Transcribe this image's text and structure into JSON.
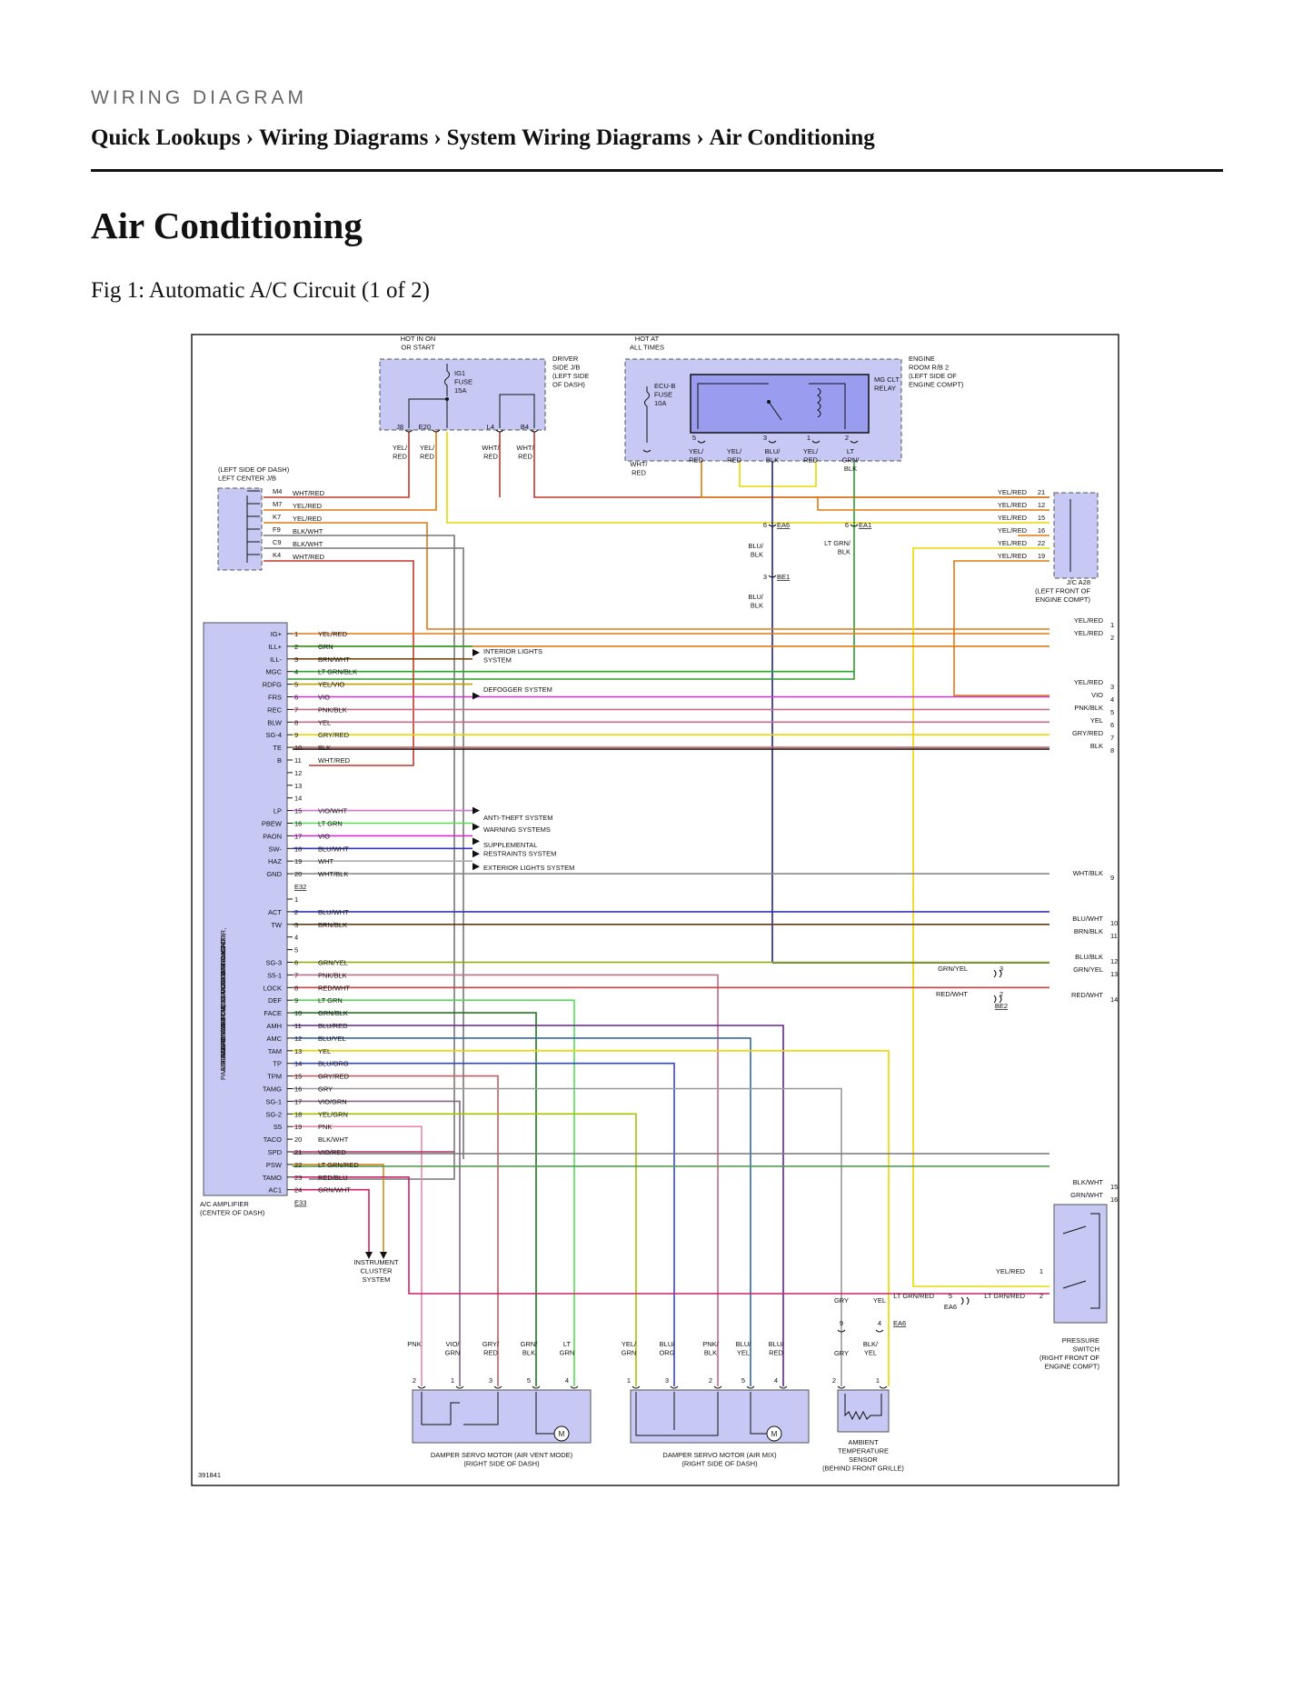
{
  "header": {
    "kicker": "WIRING DIAGRAM",
    "breadcrumb": [
      "Quick Lookups",
      "Wiring Diagrams",
      "System Wiring Diagrams",
      "Air Conditioning"
    ],
    "separator": "›"
  },
  "page_title": "Air Conditioning",
  "figure_caption": "Fig 1: Automatic A/C Circuit (1 of 2)",
  "diagram": {
    "figure_number": "391841",
    "wire_colors": {
      "YEL/RED": "#e07a10",
      "WHT/RED": "#c0392b",
      "BLK/WHT": "#777777",
      "GRN": "#2e9e2e",
      "BRN/WHT": "#7a4a10",
      "LT GRN/BLK": "#22aa22",
      "YEL/VIO": "#c0a000",
      "VIO": "#cc33cc",
      "PNK/BLK": "#c46a8a",
      "YEL": "#e8d800",
      "GRY/RED": "#c06060",
      "BLK": "#222222",
      "VIO/WHT": "#cc77cc",
      "LT GRN": "#55dd55",
      "BLU/WHT": "#3333bb",
      "WHT": "#aaaaaa",
      "WHT/BLK": "#888888",
      "BRN/BLK": "#5a3a10",
      "GRN/YEL": "#88aa00",
      "RED/WHT": "#d04040",
      "GRN/BLK": "#1f7a1f",
      "BLU/RED": "#662299",
      "BLU/YEL": "#3366aa",
      "BLU/ORG": "#3344cc",
      "GRY": "#999999",
      "VIO/GRN": "#886688",
      "YEL/GRN": "#aac000",
      "PNK": "#ee88aa",
      "VIO/RED": "#aa3366",
      "LT GRN/RED": "#d08a20",
      "RED/BLU": "#cc2266",
      "GRN/WHT": "#559955",
      "BLU/BLK": "#222288",
      "LT GRN/BLK2": "#33aa33",
      "LT GRN/": "#44bb44"
    },
    "component_fill": "#c8c8f4",
    "top_labels": {
      "hot_run": [
        "HOT IN ON",
        "OR START"
      ],
      "hot_all": [
        "HOT AT",
        "ALL TIMES"
      ],
      "driver_jb": [
        "DRIVER",
        "SIDE J/B",
        "(LEFT SIDE",
        "OF DASH)"
      ],
      "ig1_fuse": [
        "IG1",
        "FUSE",
        "15A"
      ],
      "ecub_fuse": [
        "ECU-B",
        "FUSE",
        "10A"
      ],
      "mg_relay": [
        "MG CLT",
        "RELAY"
      ],
      "engine_rb": [
        "ENGINE",
        "ROOM R/B 2",
        "(LEFT SIDE OF",
        "ENGINE COMPT)"
      ],
      "left_jb": [
        "(LEFT SIDE OF DASH)",
        "LEFT CENTER J/B"
      ],
      "jc_a28": [
        "J/C A28",
        "(LEFT FRONT OF",
        "ENGINE COMPT)"
      ]
    },
    "jb_pins": [
      "J8",
      "E20",
      "L4",
      "B4"
    ],
    "jb_wires": [
      [
        "YEL/",
        "RED"
      ],
      [
        "YEL/",
        "RED"
      ],
      [
        "WHT/",
        "RED"
      ],
      [
        "WHT/",
        "RED"
      ]
    ],
    "relay_pins": [
      "5",
      "3",
      "1",
      "2"
    ],
    "relay_wires": [
      [
        "WHT/",
        "RED"
      ],
      [
        "YEL/",
        "RED"
      ],
      [
        "YEL/",
        "RED"
      ],
      [
        "BLU/",
        "BLK"
      ],
      [
        "YEL/",
        "RED"
      ],
      [
        "LT",
        "GRN/",
        "BLK"
      ]
    ],
    "left_jb_pins": [
      {
        "pin": "M4",
        "wire": "WHT/RED"
      },
      {
        "pin": "M7",
        "wire": "YEL/RED"
      },
      {
        "pin": "K7",
        "wire": "YEL/RED"
      },
      {
        "pin": "F9",
        "wire": "BLK/WHT"
      },
      {
        "pin": "C9",
        "wire": "BLK/WHT"
      },
      {
        "pin": "K4",
        "wire": "WHT/RED"
      }
    ],
    "jc_pins": [
      {
        "wire": "YEL/RED",
        "pin": "21"
      },
      {
        "wire": "YEL/RED",
        "pin": "12"
      },
      {
        "wire": "YEL/RED",
        "pin": "15"
      },
      {
        "wire": "YEL/RED",
        "pin": "16"
      },
      {
        "wire": "YEL/RED",
        "pin": "22"
      },
      {
        "wire": "YEL/RED",
        "pin": "19"
      }
    ],
    "connectors": {
      "ea6_a": "EA6",
      "ea1": "EA1",
      "be1": "BE1",
      "be2": "BE2",
      "e32": "E32",
      "e33": "E33",
      "ea6_b": "EA6",
      "ea6_c": "EA6"
    },
    "connector_wire_labels": {
      "blu_blk_1": [
        "BLU/",
        "BLK"
      ],
      "lt_grn_blk": [
        "LT GRN/",
        "BLK"
      ],
      "blu_blk_2": [
        "BLU/",
        "BLK"
      ],
      "pin6a": "6",
      "pin6b": "6",
      "pin3": "3"
    },
    "amplifier_label": [
      "A/C AMPLIFIER",
      "(CENTER OF DASH)"
    ],
    "amplifier_side_text": [
      "REAR WINDOW DEFOGGER SWITCH,",
      "HAZARD SWITCH, SECURITY INDICATOR,",
      "AIR BAG ON/OFF INDICATOR & FRONT",
      "PASSENGER'S SEAT BELT WARNING LIGHT"
    ],
    "amp_rows_a": [
      {
        "name": "IG+",
        "pin": "1",
        "wire": "YEL/RED"
      },
      {
        "name": "ILL+",
        "pin": "2",
        "wire": "GRN"
      },
      {
        "name": "ILL-",
        "pin": "3",
        "wire": "BRN/WHT"
      },
      {
        "name": "MGC",
        "pin": "4",
        "wire": "LT GRN/BLK"
      },
      {
        "name": "RDFG",
        "pin": "5",
        "wire": "YEL/VIO"
      },
      {
        "name": "FRS",
        "pin": "6",
        "wire": "VIO"
      },
      {
        "name": "REC",
        "pin": "7",
        "wire": "PNK/BLK"
      },
      {
        "name": "BLW",
        "pin": "8",
        "wire": "YEL"
      },
      {
        "name": "SG-4",
        "pin": "9",
        "wire": "GRY/RED"
      },
      {
        "name": "TE",
        "pin": "10",
        "wire": "BLK"
      },
      {
        "name": "B",
        "pin": "11",
        "wire": "WHT/RED"
      },
      {
        "name": "",
        "pin": "12",
        "wire": ""
      },
      {
        "name": "",
        "pin": "13",
        "wire": ""
      },
      {
        "name": "",
        "pin": "14",
        "wire": ""
      },
      {
        "name": "LP",
        "pin": "15",
        "wire": "VIO/WHT"
      },
      {
        "name": "PBEW",
        "pin": "16",
        "wire": "LT GRN"
      },
      {
        "name": "PAON",
        "pin": "17",
        "wire": "VIO"
      },
      {
        "name": "SW-",
        "pin": "18",
        "wire": "BLU/WHT"
      },
      {
        "name": "HAZ",
        "pin": "19",
        "wire": "WHT"
      },
      {
        "name": "GND",
        "pin": "20",
        "wire": "WHT/BLK"
      }
    ],
    "amp_rows_b": [
      {
        "name": "",
        "pin": "1",
        "wire": ""
      },
      {
        "name": "ACT",
        "pin": "2",
        "wire": "BLU/WHT"
      },
      {
        "name": "TW",
        "pin": "3",
        "wire": "BRN/BLK"
      },
      {
        "name": "",
        "pin": "4",
        "wire": ""
      },
      {
        "name": "",
        "pin": "5",
        "wire": ""
      },
      {
        "name": "SG-3",
        "pin": "6",
        "wire": "GRN/YEL"
      },
      {
        "name": "S5-1",
        "pin": "7",
        "wire": "PNK/BLK"
      },
      {
        "name": "LOCK",
        "pin": "8",
        "wire": "RED/WHT"
      },
      {
        "name": "DEF",
        "pin": "9",
        "wire": "LT GRN"
      },
      {
        "name": "FACE",
        "pin": "10",
        "wire": "GRN/BLK"
      },
      {
        "name": "AMH",
        "pin": "11",
        "wire": "BLU/RED"
      },
      {
        "name": "AMC",
        "pin": "12",
        "wire": "BLU/YEL"
      },
      {
        "name": "TAM",
        "pin": "13",
        "wire": "YEL"
      },
      {
        "name": "TP",
        "pin": "14",
        "wire": "BLU/ORG"
      },
      {
        "name": "TPM",
        "pin": "15",
        "wire": "GRY/RED"
      },
      {
        "name": "TAMG",
        "pin": "16",
        "wire": "GRY"
      },
      {
        "name": "SG-1",
        "pin": "17",
        "wire": "VIO/GRN"
      },
      {
        "name": "SG-2",
        "pin": "18",
        "wire": "YEL/GRN"
      },
      {
        "name": "S5",
        "pin": "19",
        "wire": "PNK"
      },
      {
        "name": "TACO",
        "pin": "20",
        "wire": "BLK/WHT"
      },
      {
        "name": "SPD",
        "pin": "21",
        "wire": "VIO/RED"
      },
      {
        "name": "PSW",
        "pin": "22",
        "wire": "LT GRN/RED"
      },
      {
        "name": "TAMO",
        "pin": "23",
        "wire": "RED/BLU"
      },
      {
        "name": "AC1",
        "pin": "24",
        "wire": "GRN/WHT"
      }
    ],
    "arrow_targets": {
      "interior": [
        "INTERIOR LIGHTS",
        "SYSTEM"
      ],
      "defogger": "DEFOGGER SYSTEM",
      "antitheft": "ANTI-THEFT SYSTEM",
      "warning": "WARNING SYSTEMS",
      "srs": [
        "SUPPLEMENTAL",
        "RESTRAINTS SYSTEM"
      ],
      "exterior": "EXTERIOR LIGHTS SYSTEM",
      "cluster": [
        "INSTRUMENT",
        "CLUSTER",
        "SYSTEM"
      ]
    },
    "right_outputs": [
      {
        "wire": "YEL/RED",
        "num": "1"
      },
      {
        "wire": "YEL/RED",
        "num": "2"
      },
      {
        "wire": "YEL/RED",
        "num": "3"
      },
      {
        "wire": "VIO",
        "num": "4"
      },
      {
        "wire": "PNK/BLK",
        "num": "5"
      },
      {
        "wire": "YEL",
        "num": "6"
      },
      {
        "wire": "GRY/RED",
        "num": "7"
      },
      {
        "wire": "BLK",
        "num": "8"
      },
      {
        "wire": "WHT/BLK",
        "num": "9"
      },
      {
        "wire": "BLU/WHT",
        "num": "10"
      },
      {
        "wire": "BRN/BLK",
        "num": "11"
      },
      {
        "wire": "BLU/BLK",
        "num": "12"
      },
      {
        "wire": "GRN/YEL",
        "num": "13"
      },
      {
        "wire": "RED/WHT",
        "num": "14"
      },
      {
        "wire": "BLK/WHT",
        "num": "15"
      },
      {
        "wire": "GRN/WHT",
        "num": "16"
      }
    ],
    "mid_labels": {
      "grn_yel": "GRN/YEL",
      "red_wht": "RED/WHT",
      "pin3": "3",
      "pin2": "2",
      "lt_grn_red_a": "LT GRN/RED",
      "lt_grn_red_b": "LT GRN/RED",
      "pin5": "5",
      "pin2b": "2",
      "yel_red": "YEL/RED",
      "pin1": "1",
      "gry": "GRY",
      "yel": "YEL",
      "pin9": "9",
      "pin4": "4",
      "blk_yel": [
        "BLK/",
        "YEL"
      ],
      "gry2": "GRY"
    },
    "pressure_switch": [
      "PRESSURE",
      "SWITCH",
      "(RIGHT FRONT OF",
      "ENGINE COMPT)"
    ],
    "servo_vent": {
      "wires": [
        [
          "PNK"
        ],
        [
          "VIO/",
          "GRN"
        ],
        [
          "GRY/",
          "RED"
        ],
        [
          "GRN/",
          "BLK"
        ],
        [
          "LT",
          "GRN"
        ]
      ],
      "pins": [
        "2",
        "1",
        "3",
        "5",
        "4"
      ],
      "label": [
        "DAMPER SERVO MOTOR (AIR VENT MODE)",
        "(RIGHT SIDE OF DASH)"
      ]
    },
    "servo_mix": {
      "wires": [
        [
          "YEL/",
          "GRN"
        ],
        [
          "BLU/",
          "ORG"
        ],
        [
          "PNK/",
          "BLK"
        ],
        [
          "BLU/",
          "YEL"
        ],
        [
          "BLU/",
          "RED"
        ]
      ],
      "pins": [
        "1",
        "3",
        "2",
        "5",
        "4"
      ],
      "label": [
        "DAMPER SERVO MOTOR (AIR MIX)",
        "(RIGHT SIDE OF DASH)"
      ]
    },
    "ambient_sensor": {
      "pins": [
        "2",
        "1"
      ],
      "label": [
        "AMBIENT",
        "TEMPERATURE",
        "SENSOR",
        "(BEHIND FRONT GRILLE)"
      ]
    },
    "motor_symbol": "M"
  }
}
